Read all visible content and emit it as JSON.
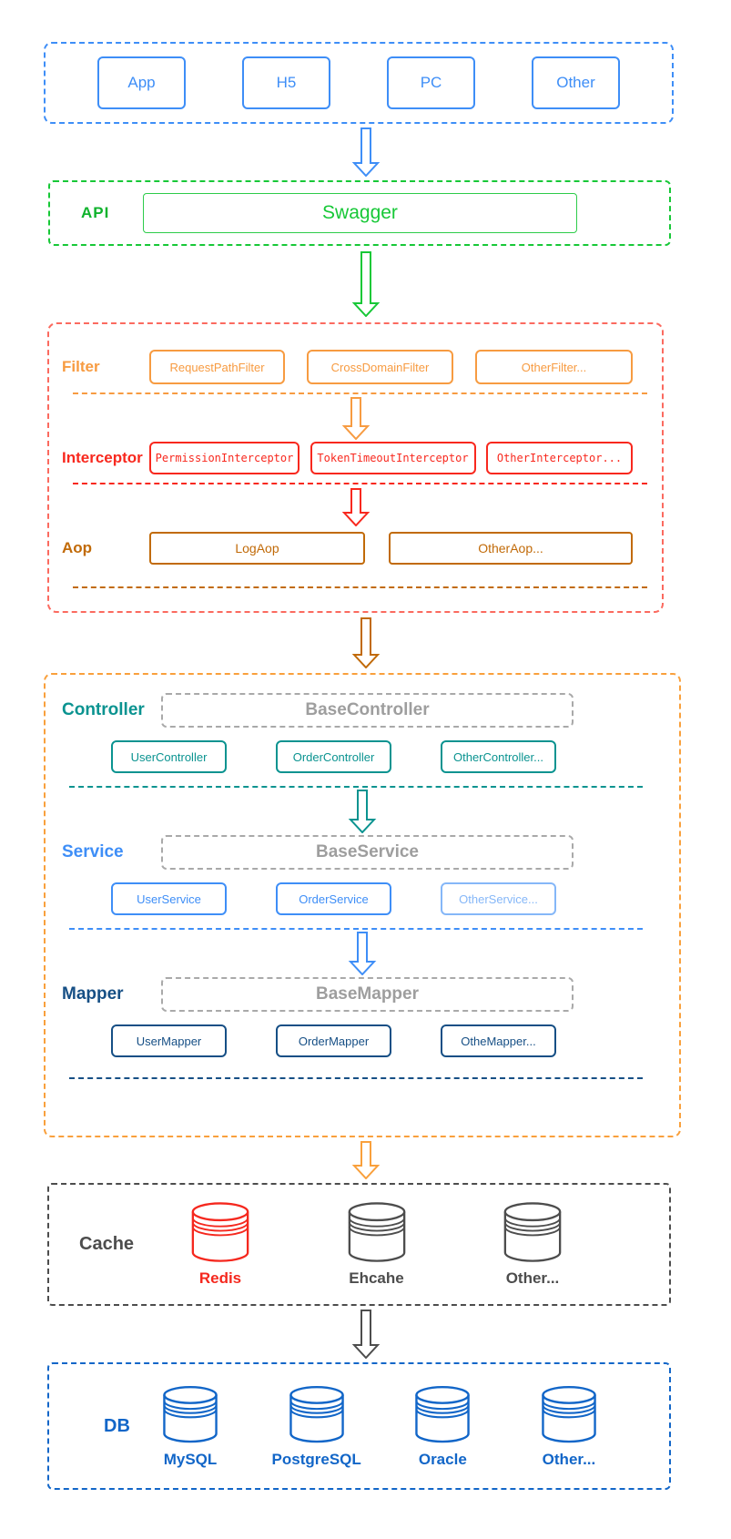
{
  "client_section": {
    "boxes": [
      "App",
      "H5",
      "PC",
      "Other"
    ]
  },
  "api_section": {
    "label": "API",
    "box": "Swagger"
  },
  "web_layer_section": {
    "filter_row": {
      "label": "Filter",
      "boxes": [
        "RequestPathFilter",
        "CrossDomainFilter",
        "OtherFilter..."
      ]
    },
    "interceptor_row": {
      "label": "Interceptor",
      "boxes": [
        "PermissionInterceptor",
        "TokenTimeoutInterceptor",
        "OtherInterceptor..."
      ]
    },
    "aop_row": {
      "label": "Aop",
      "boxes": [
        "LogAop",
        "OtherAop..."
      ]
    }
  },
  "app_layer_section": {
    "controller_row": {
      "label": "Controller",
      "base_box": "BaseController",
      "boxes": [
        "UserController",
        "OrderController",
        "OtherController..."
      ]
    },
    "service_row": {
      "label": "Service",
      "base_box": "BaseService",
      "boxes": [
        "UserService",
        "OrderService",
        "OtherService..."
      ]
    },
    "mapper_row": {
      "label": "Mapper",
      "base_box": "BaseMapper",
      "boxes": [
        "UserMapper",
        "OrderMapper",
        "OtheMapper..."
      ]
    }
  },
  "cache_section": {
    "label": "Cache",
    "items": [
      "Redis",
      "Ehcahe",
      "Other..."
    ]
  },
  "db_section": {
    "label": "DB",
    "items": [
      "MySQL",
      "PostgreSQL",
      "Oracle",
      "Other..."
    ]
  },
  "colors": {
    "client_blue": "#3e8ef7",
    "api_green": "#17c837",
    "web_border_red": "#fb6a5f",
    "filter_orange": "#f79b41",
    "interceptor_red": "#f8281e",
    "aop_brown": "#c16a08",
    "app_border_orange": "#f9a03c",
    "controller_teal": "#0a9390",
    "service_blue": "#3e8ef7",
    "service_light_blue": "#85b7f8",
    "mapper_navy": "#164f85",
    "base_box_gray": "#9e9e9e",
    "cache_gray": "#4d4d4d",
    "redis_red": "#f5281e",
    "db_blue": "#1266c8"
  }
}
